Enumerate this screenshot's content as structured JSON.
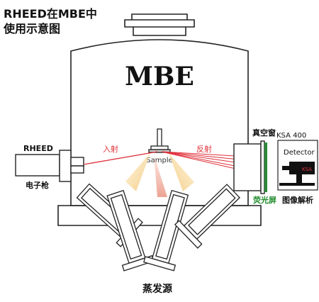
{
  "title_line1": "RHEED在MBE中",
  "title_line2": "使用示意图",
  "chamber_label": "MBE",
  "rheed_label": "RHEED",
  "electron_gun_label": "电子枪",
  "incident_label": "入射",
  "reflected_label": "反射",
  "sample_label": "Sample",
  "vacuum_window_label": "真空窗",
  "ksa_label": "KSA 400",
  "detector_label": "Detector",
  "ksa_small_label": "KSA",
  "phosphor_screen_label": "荧光屏",
  "image_analysis_label": "图像解析",
  "evaporation_source_label": "蒸发源",
  "colors": {
    "beam": "#e0303a",
    "screen": "#2a8a3a",
    "accent_text": "#e0303a",
    "green_text": "#1e8a2a",
    "flux_warm": "#f3d28a",
    "flux_pink": "#f0b2a2"
  }
}
